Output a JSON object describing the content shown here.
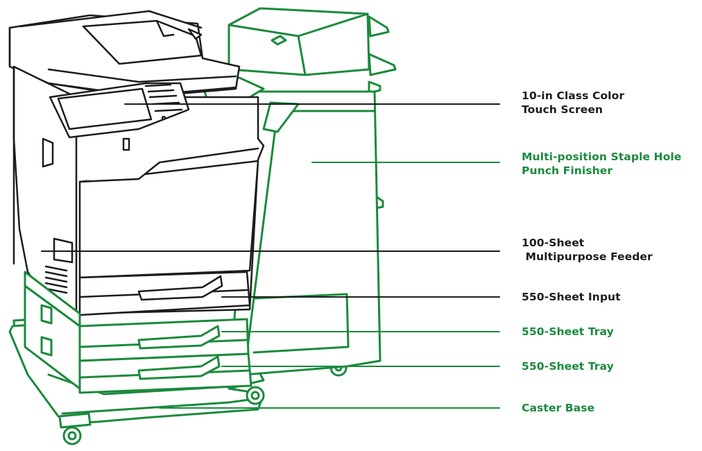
{
  "colors": {
    "green": "#1a8a3c",
    "dark": "#1c1c1c",
    "body_fill": "#ffffff"
  },
  "callouts": [
    {
      "id": "touch-screen",
      "text": "10-in Class Color\nTouch Screen",
      "color": "#1c1c1c"
    },
    {
      "id": "finisher",
      "text": "Multi-position Staple Hole\nPunch Finisher",
      "color": "#1a8a3c"
    },
    {
      "id": "mp-feeder",
      "text": "100-Sheet\n Multipurpose Feeder",
      "color": "#1c1c1c"
    },
    {
      "id": "input-550",
      "text": "550-Sheet Input",
      "color": "#1c1c1c"
    },
    {
      "id": "tray-550-a",
      "text": "550-Sheet Tray",
      "color": "#1a8a3c"
    },
    {
      "id": "tray-550-b",
      "text": "550-Sheet Tray",
      "color": "#1a8a3c"
    },
    {
      "id": "caster-base",
      "text": "Caster Base",
      "color": "#1a8a3c"
    }
  ]
}
